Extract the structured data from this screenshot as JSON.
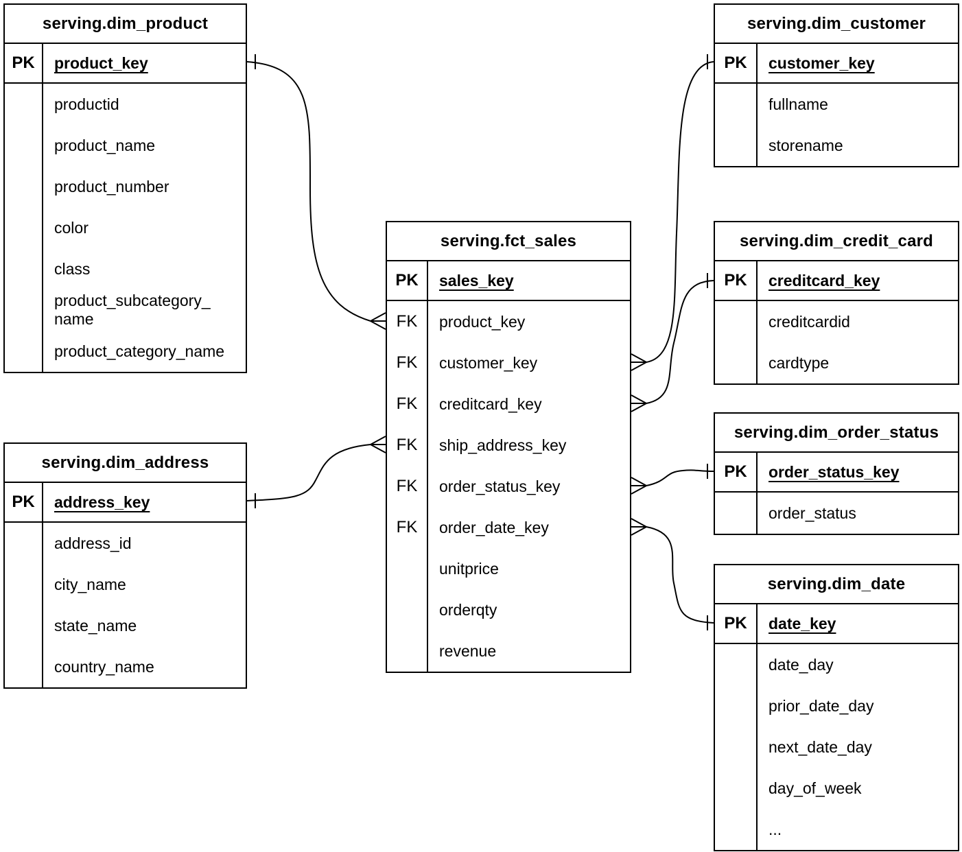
{
  "colors": {
    "background": "#ffffff",
    "line": "#000000"
  },
  "diagram": {
    "tables": [
      {
        "name": "serving.dim_product",
        "pk": {
          "label": "PK",
          "field": "product_key"
        },
        "fields": [
          {
            "label": "",
            "name": "productid"
          },
          {
            "label": "",
            "name": "product_name"
          },
          {
            "label": "",
            "name": "product_number"
          },
          {
            "label": "",
            "name": "color"
          },
          {
            "label": "",
            "name": "class"
          },
          {
            "label": "",
            "name": "product_subcategory_name"
          },
          {
            "label": "",
            "name": "product_category_name"
          }
        ]
      },
      {
        "name": "serving.dim_customer",
        "pk": {
          "label": "PK",
          "field": "customer_key"
        },
        "fields": [
          {
            "label": "",
            "name": "fullname"
          },
          {
            "label": "",
            "name": "storename"
          }
        ]
      },
      {
        "name": "serving.fct_sales",
        "pk": {
          "label": "PK",
          "field": "sales_key"
        },
        "fields": [
          {
            "label": "FK",
            "name": "product_key"
          },
          {
            "label": "FK",
            "name": "customer_key"
          },
          {
            "label": "FK",
            "name": "creditcard_key"
          },
          {
            "label": "FK",
            "name": "ship_address_key"
          },
          {
            "label": "FK",
            "name": "order_status_key"
          },
          {
            "label": "FK",
            "name": "order_date_key"
          },
          {
            "label": "",
            "name": "unitprice"
          },
          {
            "label": "",
            "name": "orderqty"
          },
          {
            "label": "",
            "name": "revenue"
          }
        ]
      },
      {
        "name": "serving.dim_credit_card",
        "pk": {
          "label": "PK",
          "field": "creditcard_key"
        },
        "fields": [
          {
            "label": "",
            "name": "creditcardid"
          },
          {
            "label": "",
            "name": "cardtype"
          }
        ]
      },
      {
        "name": "serving.dim_order_status",
        "pk": {
          "label": "PK",
          "field": "order_status_key"
        },
        "fields": [
          {
            "label": "",
            "name": "order_status"
          }
        ]
      },
      {
        "name": "serving.dim_address",
        "pk": {
          "label": "PK",
          "field": "address_key"
        },
        "fields": [
          {
            "label": "",
            "name": "address_id"
          },
          {
            "label": "",
            "name": "city_name"
          },
          {
            "label": "",
            "name": "state_name"
          },
          {
            "label": "",
            "name": "country_name"
          }
        ]
      },
      {
        "name": "serving.dim_date",
        "pk": {
          "label": "PK",
          "field": "date_key"
        },
        "fields": [
          {
            "label": "",
            "name": "date_day"
          },
          {
            "label": "",
            "name": "prior_date_day"
          },
          {
            "label": "",
            "name": "next_date_day"
          },
          {
            "label": "",
            "name": "day_of_week"
          },
          {
            "label": "",
            "name": "..."
          }
        ]
      }
    ],
    "relations": [
      {
        "from_table": "serving.dim_product",
        "from_field": "product_key",
        "from_cardinality": "one",
        "to_table": "serving.fct_sales",
        "to_field": "product_key",
        "to_cardinality": "many"
      },
      {
        "from_table": "serving.dim_customer",
        "from_field": "customer_key",
        "from_cardinality": "one",
        "to_table": "serving.fct_sales",
        "to_field": "customer_key",
        "to_cardinality": "many"
      },
      {
        "from_table": "serving.dim_credit_card",
        "from_field": "creditcard_key",
        "from_cardinality": "one",
        "to_table": "serving.fct_sales",
        "to_field": "creditcard_key",
        "to_cardinality": "many"
      },
      {
        "from_table": "serving.dim_address",
        "from_field": "address_key",
        "from_cardinality": "one",
        "to_table": "serving.fct_sales",
        "to_field": "ship_address_key",
        "to_cardinality": "many"
      },
      {
        "from_table": "serving.dim_order_status",
        "from_field": "order_status_key",
        "from_cardinality": "one",
        "to_table": "serving.fct_sales",
        "to_field": "order_status_key",
        "to_cardinality": "many"
      },
      {
        "from_table": "serving.dim_date",
        "from_field": "date_key",
        "from_cardinality": "one",
        "to_table": "serving.fct_sales",
        "to_field": "order_date_key",
        "to_cardinality": "many"
      }
    ]
  }
}
